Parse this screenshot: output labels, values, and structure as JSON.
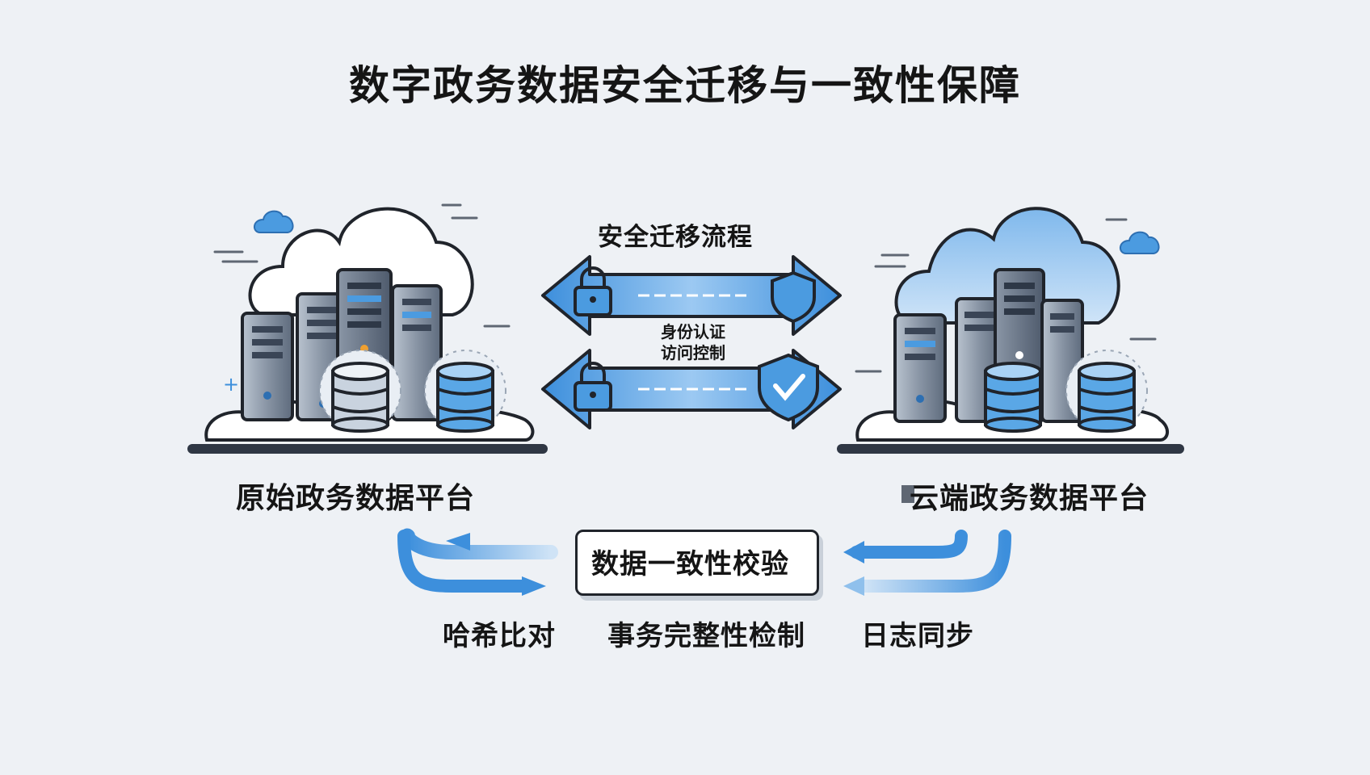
{
  "title": "数字政务数据安全迁移与一致性保障",
  "migration": {
    "title": "安全迁移流程",
    "auth_line1": "身份认证",
    "auth_line2": "访问控制"
  },
  "platforms": {
    "source_label": "原始政务数据平台",
    "target_label": "云端政务数据平台"
  },
  "consistency": {
    "label": "数据一致性校验",
    "methods": [
      "哈希比对",
      "事务完整性检制",
      "日志同步"
    ]
  },
  "colors": {
    "accent_blue": "#3d8fdc",
    "dark_steel": "#4f5d70",
    "background": "#eef1f5"
  },
  "icons": [
    "cloud-icon",
    "server-icon",
    "database-icon",
    "lock-icon",
    "shield-icon",
    "check-shield-icon",
    "arrow-icon"
  ]
}
